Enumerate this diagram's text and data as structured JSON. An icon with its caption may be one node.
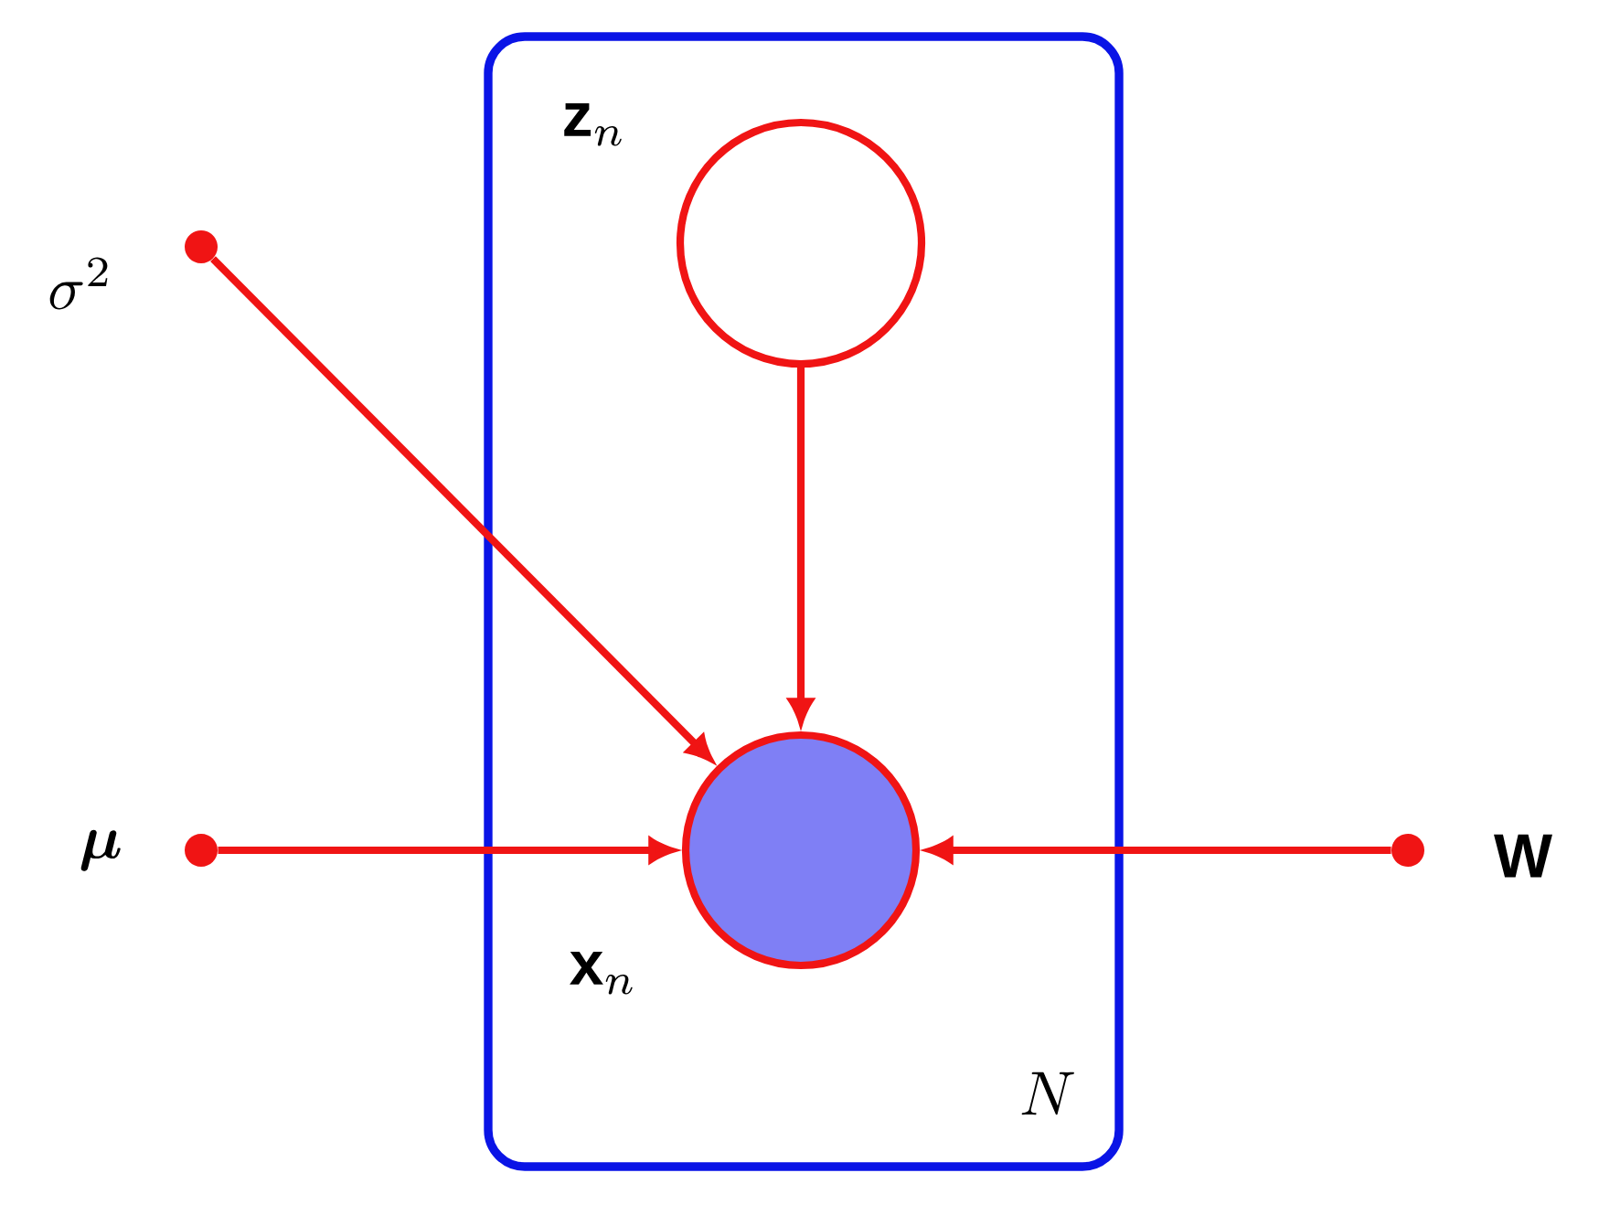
{
  "diagram": {
    "nodes": [
      {
        "text": [
          "N"
        ]
      },
      {
        "text": [
          "\\mathbf{z}_n"
        ],
        "in": 0
      },
      {
        "text": [
          "\\mathbf{x}_n"
        ],
        "in": 0
      },
      {
        "text": [
          "\\sigma^2"
        ]
      },
      {
        "text": [
          "\\boldsymbol{\\mu}"
        ]
      },
      {
        "text": [
          "\\mathbf{W}"
        ]
      }
    ],
    "edges": [
      {
        "from": 1,
        "to": 2,
        "arrow": "to"
      },
      {
        "from": 3,
        "to": 2,
        "arrow": "to"
      },
      {
        "from": 4,
        "to": 2,
        "arrow": "to"
      },
      {
        "from": 5,
        "to": 2,
        "arrow": "to"
      }
    ]
  }
}
